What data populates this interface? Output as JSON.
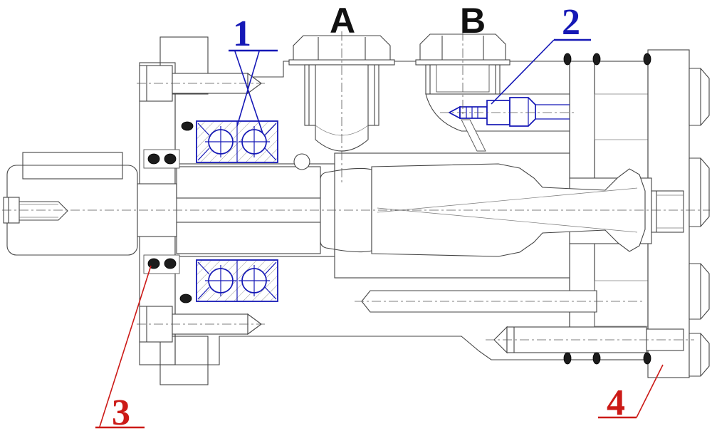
{
  "drawing": {
    "type": "engineering-section-view",
    "subject": "hydraulic orbital motor cross-section",
    "callouts": {
      "item1": {
        "text": "1",
        "color_ref": "callout_blue"
      },
      "item2": {
        "text": "2",
        "color_ref": "callout_blue"
      },
      "item3": {
        "text": "3",
        "color_ref": "callout_red"
      },
      "item4": {
        "text": "4",
        "color_ref": "callout_red"
      },
      "portA": {
        "text": "A",
        "color_ref": "port_label"
      },
      "portB": {
        "text": "B",
        "color_ref": "port_label"
      }
    },
    "colors": {
      "callout_blue": "#1518b6",
      "callout_red": "#cc1a17",
      "port_label": "#111111",
      "line": "#444444",
      "hatch": "#9a9a9a",
      "seal_black": "#1c1c1c",
      "background": "#ffffff"
    }
  }
}
